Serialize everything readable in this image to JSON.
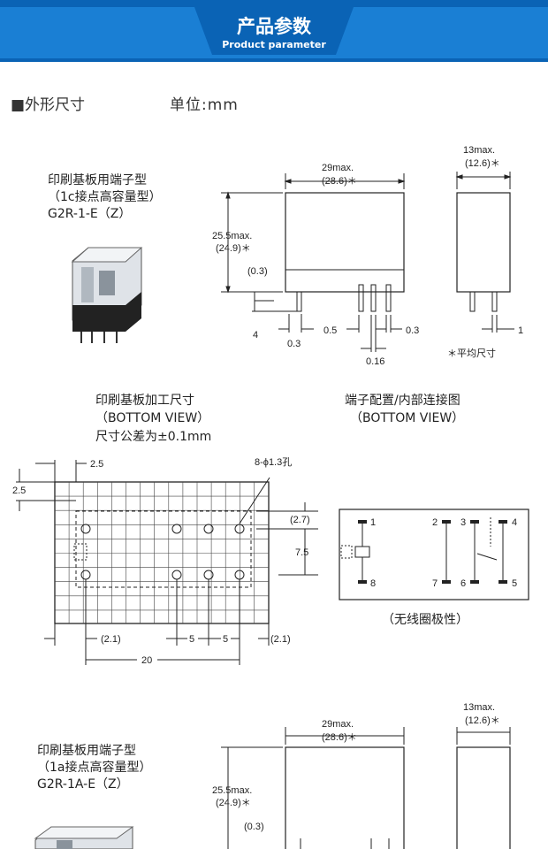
{
  "header": {
    "title": "产品参数",
    "subtitle": "Product parameter"
  },
  "section": {
    "title": "■外形尺寸",
    "unit": "单位:mm"
  },
  "relay1": {
    "line1": "印刷基板用端子型",
    "line2": "（1c接点高容量型）",
    "line3": "G2R-1-E（Z）"
  },
  "relay2": {
    "line1": "印刷基板用端子型",
    "line2": "（1a接点高容量型）",
    "line3": "G2R-1A-E（Z）"
  },
  "dims": {
    "width_max": "29max.",
    "width_avg": "(28.6)＊",
    "height_max": "25.5max.",
    "height_avg": "(24.9)＊",
    "depth_max": "13max.",
    "depth_avg": "(12.6)＊",
    "d_03a": "(0.3)",
    "d_4": "4",
    "d_03b": "0.3",
    "d_05": "0.5",
    "d_03c": "0.3",
    "d_016": "0.16",
    "d_1": "1",
    "note": "＊平均尺寸"
  },
  "pcb": {
    "title1": "印刷基板加工尺寸",
    "title2": "（BOTTOM VIEW）",
    "title3": "尺寸公差为±0.1mm",
    "d25x": "2.5",
    "d25y": "2.5",
    "hole_note": "8-ϕ1.3孔",
    "d27": "(2.7)",
    "d75": "7.5",
    "d21a": "(2.1)",
    "d5a": "5",
    "d5b": "5",
    "d21b": "(2.1)",
    "d20": "20"
  },
  "wiring": {
    "title1": "端子配置/内部连接图",
    "title2": "（BOTTOM VIEW）",
    "polarity": "（无线圈极性）",
    "p1": "1",
    "p2": "2",
    "p3": "3",
    "p4": "4",
    "p5": "5",
    "p6": "6",
    "p7": "7",
    "p8": "8"
  },
  "colors": {
    "banner_blue": "#1a7fd4",
    "banner_dark": "#0a63b5",
    "line": "#222222"
  }
}
